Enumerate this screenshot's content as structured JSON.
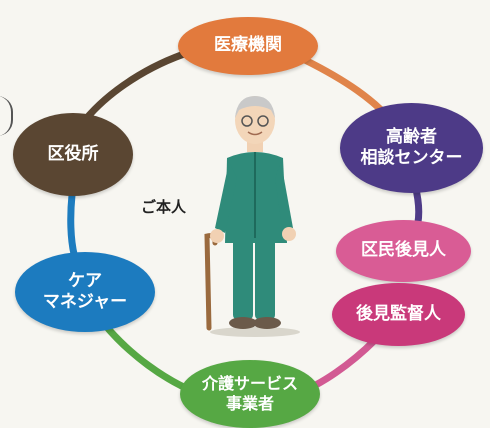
{
  "center_label": "ご本人",
  "nodes": {
    "iryou": {
      "lines": [
        "医療機関"
      ],
      "color": "#e27a3d"
    },
    "koureisha": {
      "lines": [
        "高齢者",
        "相談センター"
      ],
      "color": "#4d3a87"
    },
    "kuminkouken": {
      "lines": [
        "区民後見人"
      ],
      "color": "#d95c95"
    },
    "kantoku": {
      "lines": [
        "後見監督人"
      ],
      "color": "#c9397a"
    },
    "kaigo": {
      "lines": [
        "介護サービス",
        "事業者"
      ],
      "color": "#56a844"
    },
    "care": {
      "lines": [
        "ケア",
        "マネジャー"
      ],
      "color": "#1c7bbf"
    },
    "kuyakusho": {
      "lines": [
        "区役所"
      ],
      "color": "#5a4632"
    }
  },
  "ring_colors": [
    "#e0844a",
    "#4f3c88",
    "#d25a93",
    "#56a844",
    "#1d7cbf",
    "#5a4632"
  ],
  "person": {
    "clothing_color": "#2f8b7a",
    "hair_color": "#c9c9c9"
  }
}
